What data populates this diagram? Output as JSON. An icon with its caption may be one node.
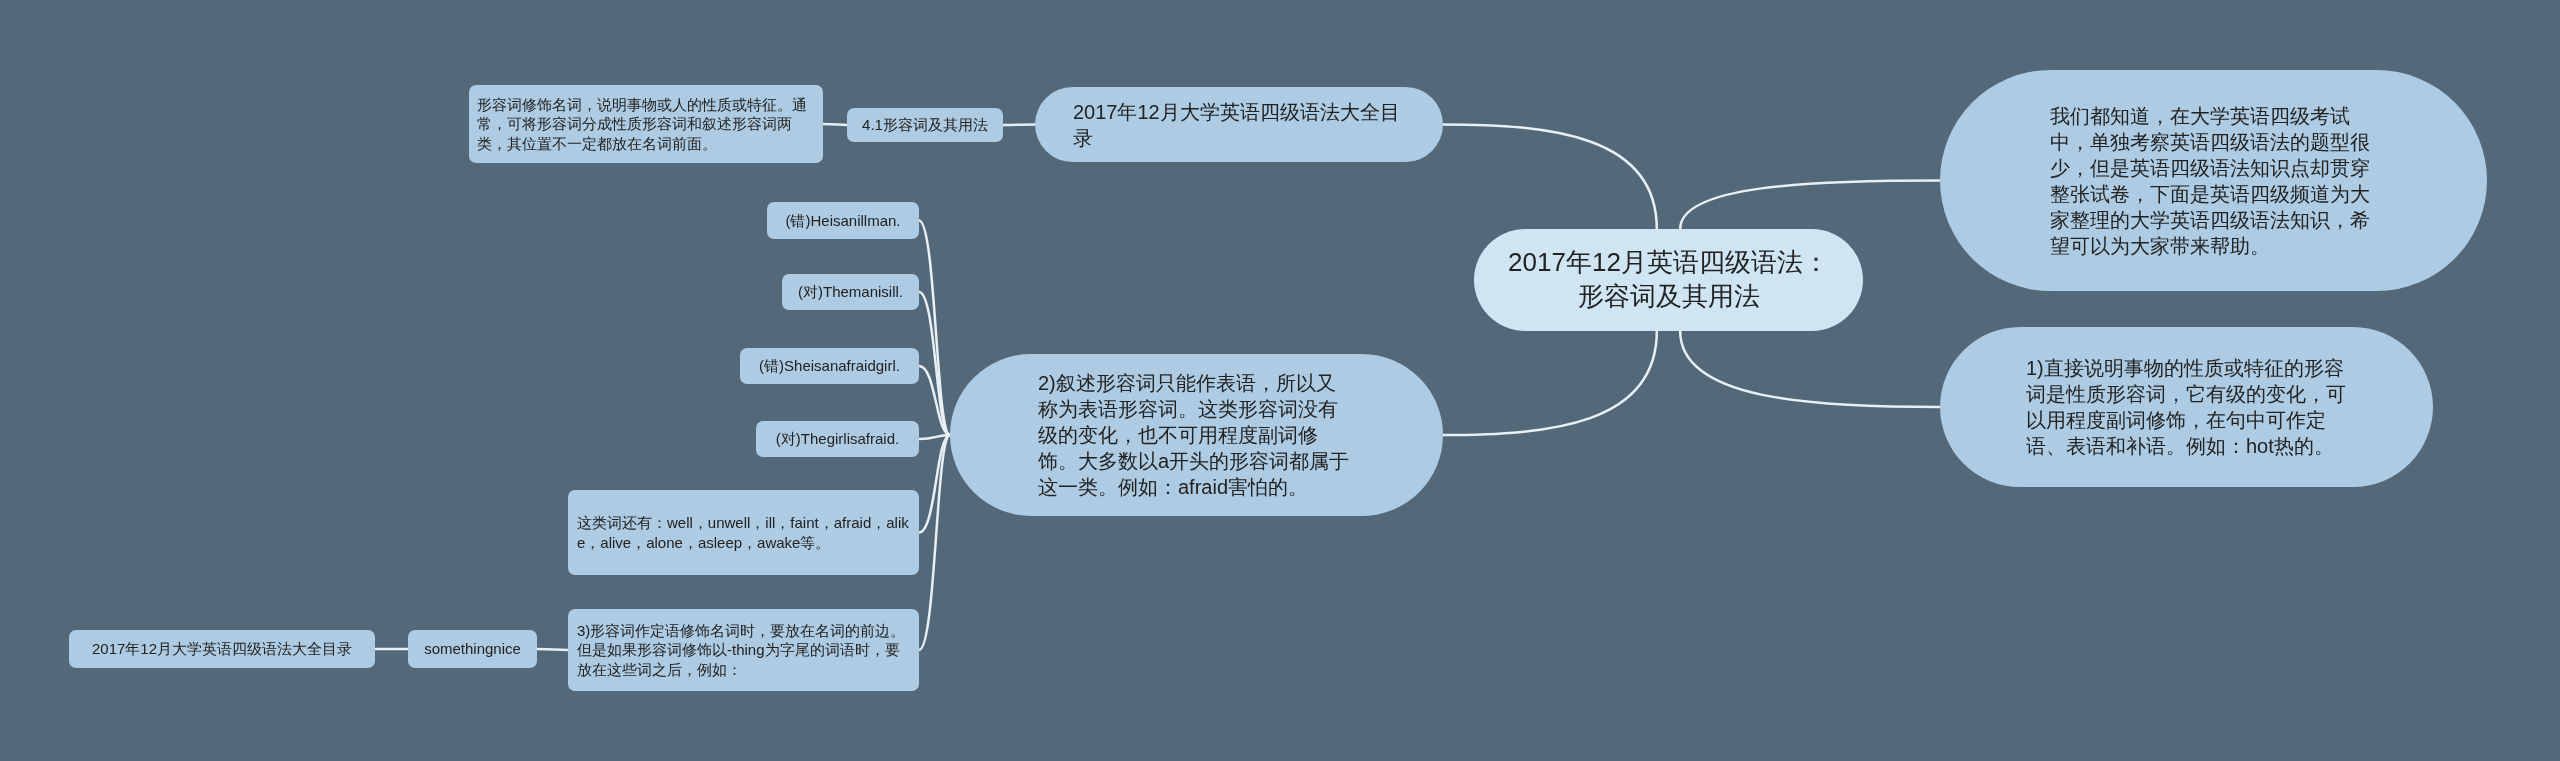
{
  "diagram": {
    "nodes": [
      {
        "text": [
          "2017年12月英语四级语法：形容词及其用法"
        ]
      },
      {
        "text": [
          "我们都知道，在大学英语四级考试中，单独考察英语四级语法的题型很少，但是英语四级语法知识点却贯穿整张试卷，下面是英语四级频道为大家整理的大学英语四级语法知识，希望可以为大家带来帮助。"
        ]
      },
      {
        "text": [
          "1)直接说明事物的性质或特征的形容词是性质形容词，它有级的变化，可以用程度副词修饰，在句中可作定语、表语和补语。例如：hot热的。"
        ]
      },
      {
        "text": [
          "2017年12月大学英语四级语法大全目录"
        ]
      },
      {
        "text": [
          "4.1形容词及其用法"
        ]
      },
      {
        "text": [
          "形容词修饰名词，说明事物或人的性质或特征。通常，可将形容词分成性质形容词和叙述形容词两类，其位置不一定都放在名词前面。"
        ]
      },
      {
        "text": [
          "2)叙述形容词只能作表语，所以又称为表语形容词。这类形容词没有级的变化，也不可用程度副词修饰。大多数以a开头的形容词都属于这一类。例如：afraid害怕的。"
        ]
      },
      {
        "text": [
          "(错)Heisanillman."
        ]
      },
      {
        "text": [
          "(对)Themanisill."
        ]
      },
      {
        "text": [
          "(错)Sheisanafraidgirl."
        ]
      },
      {
        "text": [
          "(对)Thegirlisafraid."
        ]
      },
      {
        "text": [
          "这类词还有：well，unwell，ill，faint，afraid，alike，alive，alone，asleep，awake等。"
        ]
      },
      {
        "text": [
          "3)形容词作定语修饰名词时，要放在名词的前边。但是如果形容词修饰以-thing为字尾的词语时，要放在这些词之后，例如："
        ]
      },
      {
        "text": [
          "somethingnice"
        ]
      },
      {
        "text": [
          "2017年12月大学英语四级语法大全目录"
        ]
      }
    ],
    "edges": [
      {
        "from": 0,
        "to": 1,
        "arrow": "none"
      },
      {
        "from": 0,
        "to": 2,
        "arrow": "none"
      },
      {
        "from": 0,
        "to": 3,
        "arrow": "none"
      },
      {
        "from": 0,
        "to": 6,
        "arrow": "none"
      },
      {
        "from": 3,
        "to": 4,
        "arrow": "none"
      },
      {
        "from": 4,
        "to": 5,
        "arrow": "none"
      },
      {
        "from": 6,
        "to": 7,
        "arrow": "none"
      },
      {
        "from": 6,
        "to": 8,
        "arrow": "none"
      },
      {
        "from": 6,
        "to": 9,
        "arrow": "none"
      },
      {
        "from": 6,
        "to": 10,
        "arrow": "none"
      },
      {
        "from": 6,
        "to": 11,
        "arrow": "none"
      },
      {
        "from": 6,
        "to": 12,
        "arrow": "none"
      },
      {
        "from": 12,
        "to": 13,
        "arrow": "none"
      },
      {
        "from": 13,
        "to": 14,
        "arrow": "none"
      }
    ]
  }
}
